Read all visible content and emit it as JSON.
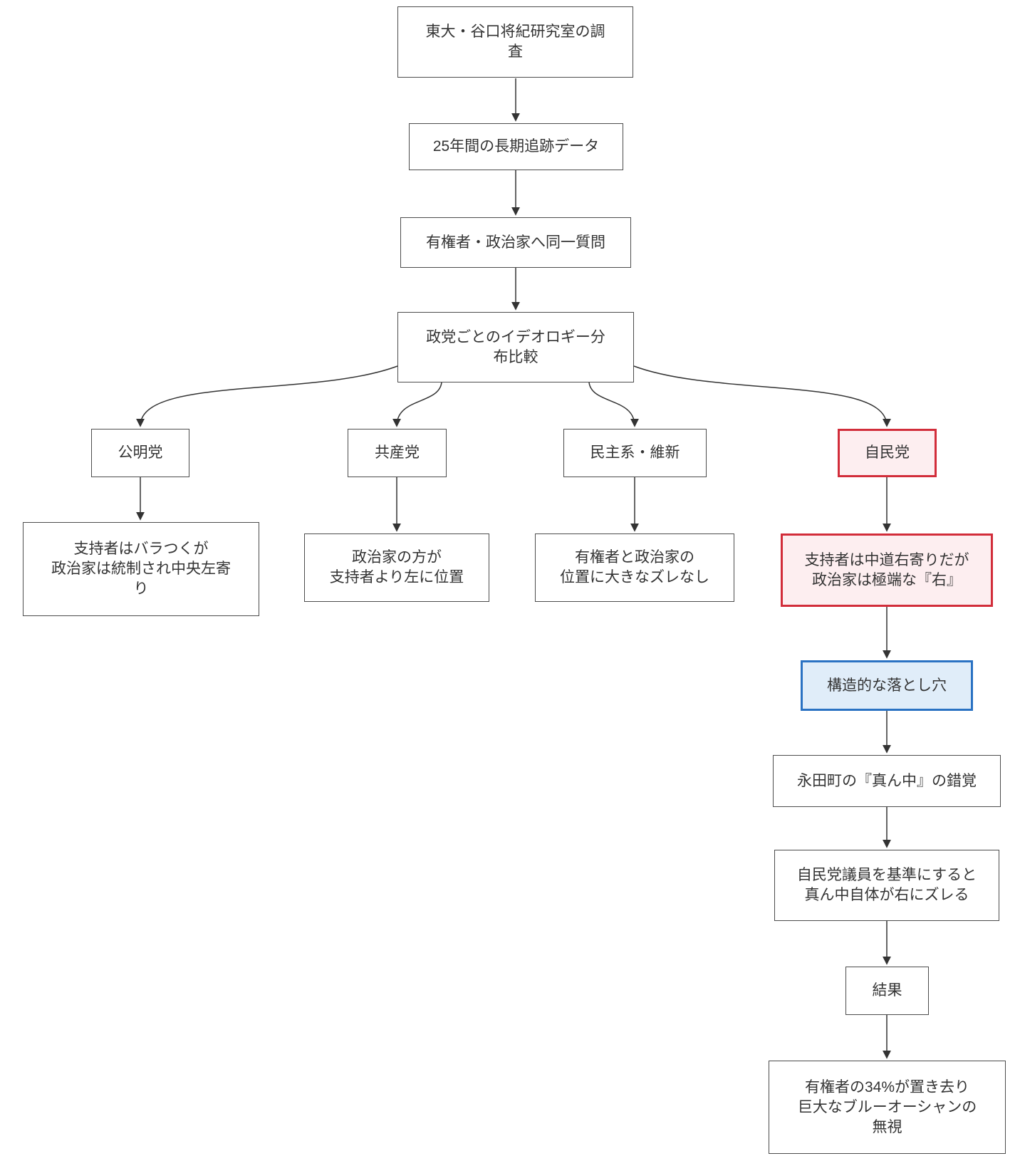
{
  "diagram": {
    "type": "flowchart",
    "colors": {
      "background": "#ffffff",
      "node_fill": "#ffffff",
      "node_border": "#4c4c4c",
      "text": "#333333",
      "edge": "#333333",
      "highlight_red_fill": "#fdeef0",
      "highlight_red_border": "#d22d3a",
      "highlight_blue_fill": "#e0edf9",
      "highlight_blue_border": "#2a72c3"
    },
    "nodes": {
      "survey": {
        "label": "東大・谷口将紀研究室の調\n査"
      },
      "tracking": {
        "label": "25年間の長期追跡データ"
      },
      "question": {
        "label": "有権者・政治家へ同一質問"
      },
      "compare": {
        "label": "政党ごとのイデオロギー分\n布比較"
      },
      "komeito": {
        "label": "公明党"
      },
      "kyosanto": {
        "label": "共産党"
      },
      "minshu_ishin": {
        "label": "民主系・維新"
      },
      "jiminto": {
        "label": "自民党"
      },
      "komeito_detail": {
        "label": "支持者はバラつくが\n政治家は統制され中央左寄\nり"
      },
      "kyosanto_detail": {
        "label": "政治家の方が\n支持者より左に位置"
      },
      "minshu_ishin_detail": {
        "label": "有権者と政治家の\n位置に大きなズレなし"
      },
      "jiminto_detail": {
        "label": "支持者は中道右寄りだが\n政治家は極端な『右』"
      },
      "pitfall": {
        "label": "構造的な落とし穴"
      },
      "nagatacho": {
        "label": "永田町の『真ん中』の錯覚"
      },
      "baseline": {
        "label": "自民党議員を基準にすると\n真ん中自体が右にズレる"
      },
      "result": {
        "label": "結果"
      },
      "conclusion": {
        "label": "有権者の34%が置き去り\n巨大なブルーオーシャンの\n無視"
      }
    }
  }
}
